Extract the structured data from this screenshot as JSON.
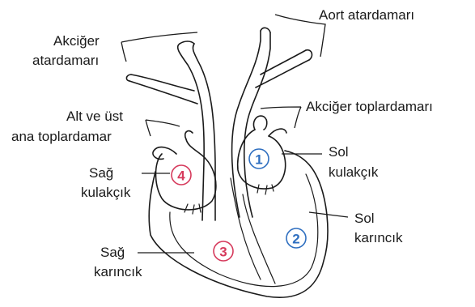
{
  "labels": {
    "aort_atardamari": "Aort atardamarı",
    "akciger_atardamari_l1": "Akciğer",
    "akciger_atardamari_l2": "atardamarı",
    "akciger_toplardamari": "Akciğer toplardamarı",
    "alt_ust_l1": "Alt ve üst",
    "alt_ust_l2": "ana toplardamar",
    "sol_kulakcik_l1": "Sol",
    "sol_kulakcik_l2": "kulakçık",
    "sag_kulakcik_l1": "Sağ",
    "sag_kulakcik_l2": "kulakçık",
    "sol_karincik_l1": "Sol",
    "sol_karincik_l2": "karıncık",
    "sag_karincik_l1": "Sağ",
    "sag_karincik_l2": "karıncık"
  },
  "chambers": {
    "sol_kulakcik": "1",
    "sol_karincik": "2",
    "sag_karincik": "3",
    "sag_kulakcik": "4"
  },
  "colors": {
    "left_side": "#2f6fc0",
    "right_side": "#d63a5c",
    "outline": "#1a1a1a"
  }
}
